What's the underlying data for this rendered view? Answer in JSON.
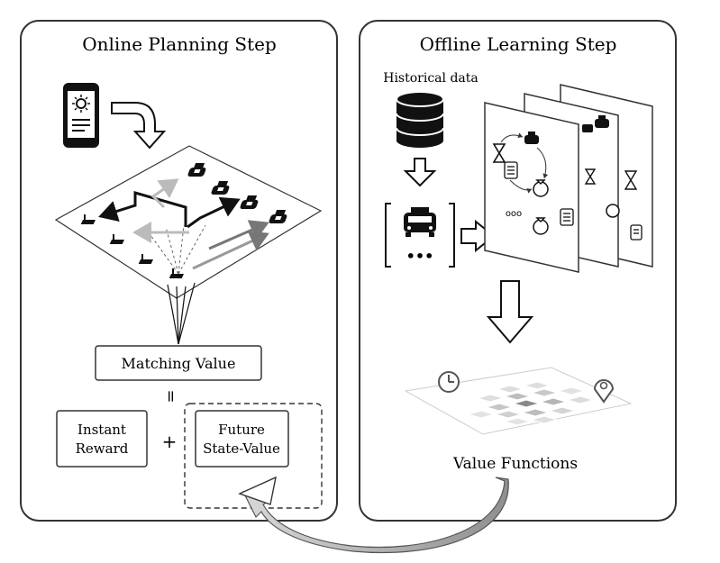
{
  "online": {
    "title": "Online Planning Step",
    "matching_value": "Matching Value",
    "equals": "=",
    "instant_reward_line1": "Instant",
    "instant_reward_line2": "Reward",
    "plus": "+",
    "future_line1": "Future",
    "future_line2": "State-Value"
  },
  "offline": {
    "title": "Offline Learning Step",
    "historical_data": "Historical data",
    "value_functions": "Value Functions",
    "ellipsis": "•••",
    "small_ellipsis": "ooo"
  },
  "colors": {
    "panel_border": "#333333",
    "flow_arrow": "#9a9a9a",
    "hex_dark": "#8a8a8a",
    "hex_mid": "#bdbdbd",
    "hex_light": "#dedede"
  },
  "icons": [
    "smartphone-icon",
    "database-icon",
    "taxi-icon",
    "clock-icon",
    "location-pin-icon",
    "hourglass-icon",
    "money-bag-icon",
    "document-icon"
  ]
}
